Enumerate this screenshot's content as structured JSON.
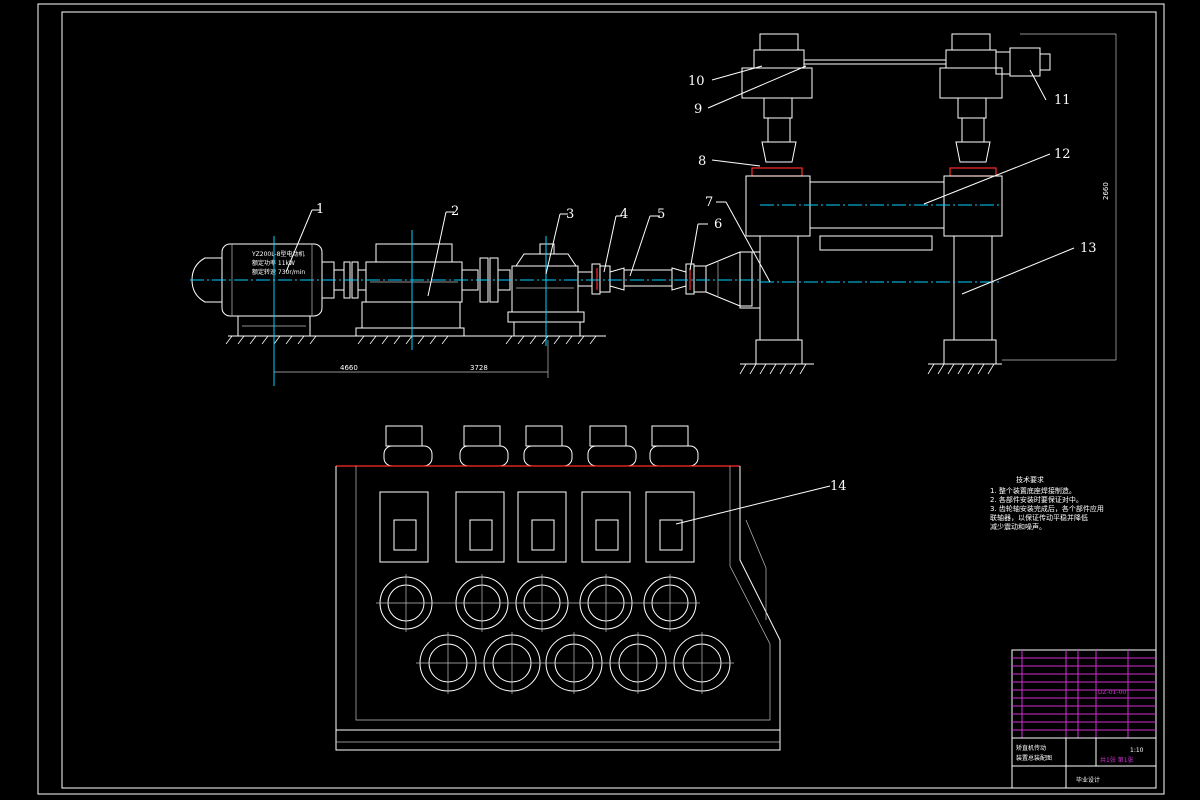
{
  "labels": [
    "1",
    "2",
    "3",
    "4",
    "5",
    "6",
    "7",
    "8",
    "9",
    "10",
    "11",
    "12",
    "13",
    "14"
  ],
  "motor_plate": [
    "YZ200L-8型电动机",
    "额定功率 11kW",
    "额定转速 730r/min"
  ],
  "dim_overall": "4660",
  "dim_segment": "3728",
  "dim_vertical": "2660",
  "notes": {
    "title": "技术要求",
    "items": [
      "1. 整个装置底座焊接制造。",
      "2. 各部件安装时要保证对中。",
      "3. 齿轮轴安装完成后，各个部件应用",
      "   联轴器，以保证传动平稳并降低",
      "   减少震动和噪声。"
    ]
  },
  "title_block": {
    "drawing_name": [
      "矫直机传动",
      "装置总装配图"
    ],
    "scale": "1:10",
    "sheet": "共1张 第1张",
    "school": "毕业设计",
    "drawing_no": "DZ-01-00"
  },
  "colors": {
    "background": "#000000",
    "line": "#ffffff",
    "centerline": "#00d0ff",
    "highlight": "#ff2a2a",
    "title_block": "#d030d0"
  }
}
